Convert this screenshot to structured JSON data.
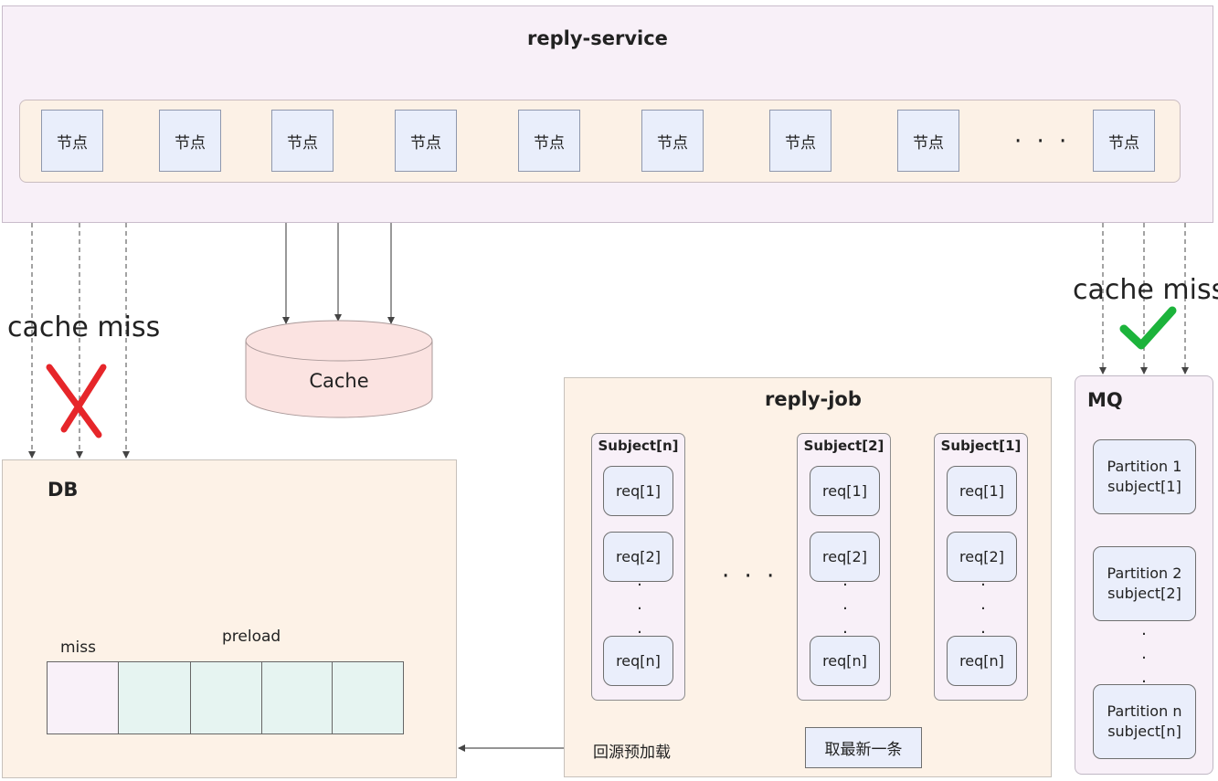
{
  "service": {
    "title": "reply-service",
    "node_label": "节点",
    "ellipsis": "· · ·"
  },
  "cache": {
    "label": "Cache"
  },
  "left_path": {
    "label": "cache miss",
    "status_icon": "red-cross-icon",
    "status_color": "#e6262a"
  },
  "right_path": {
    "label": "cache miss",
    "status_icon": "green-check-icon",
    "status_color": "#1cb33b"
  },
  "db": {
    "title": "DB",
    "miss_label": "miss",
    "preload_label": "preload",
    "colors": {
      "miss_cell": "#f9f1f9",
      "preload_cell": "#e6f4f1"
    }
  },
  "job": {
    "title": "reply-job",
    "ellipsis": "· · ·",
    "subjects": [
      {
        "label": "Subject[n]",
        "reqs": [
          "req[1]",
          "req[2]",
          "req[n]"
        ]
      },
      {
        "label": "Subject[2]",
        "reqs": [
          "req[1]",
          "req[2]",
          "req[n]"
        ]
      },
      {
        "label": "Subject[1]",
        "reqs": [
          "req[1]",
          "req[2]",
          "req[n]"
        ]
      }
    ],
    "fetch_latest_label": "取最新一条",
    "backfill_label": "回源预加载"
  },
  "mq": {
    "title": "MQ",
    "partitions": [
      {
        "line1": "Partition 1",
        "line2": "subject[1]"
      },
      {
        "line1": "Partition 2",
        "line2": "subject[2]"
      },
      {
        "line1": "Partition n",
        "line2": "subject[n]"
      }
    ]
  }
}
